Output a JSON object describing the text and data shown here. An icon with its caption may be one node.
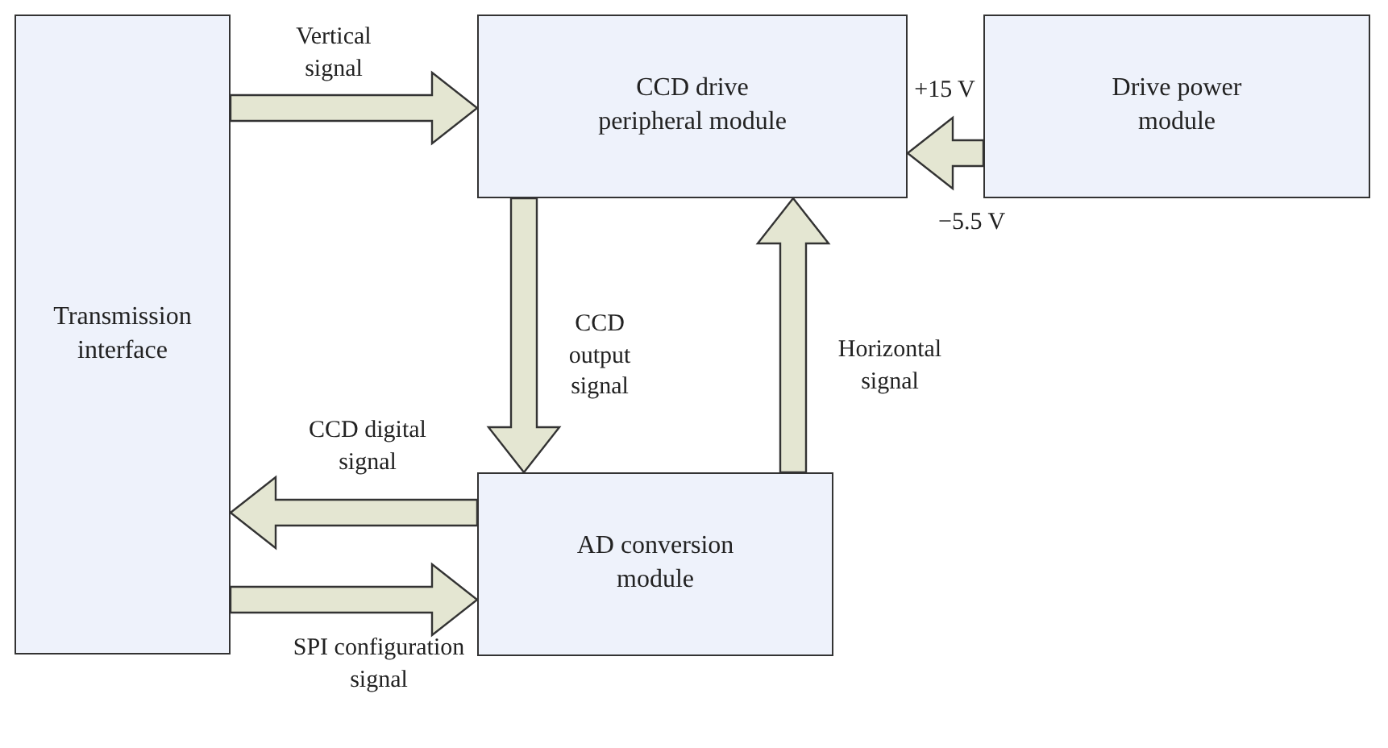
{
  "diagram": {
    "nodes": [
      {
        "text": [
          "Transmission interface"
        ]
      },
      {
        "text": [
          "CCD drive peripheral module"
        ]
      },
      {
        "text": [
          "AD conversion module"
        ]
      },
      {
        "text": [
          "Drive power module"
        ]
      }
    ],
    "edges": [
      {
        "from": 0,
        "to": 1,
        "arrow": "to",
        "label": "Vertical signal"
      },
      {
        "from": 3,
        "to": 1,
        "arrow": "to",
        "label": "+15 V"
      },
      {
        "from": 1,
        "to": 2,
        "arrow": "to",
        "label": "CCD output signal"
      },
      {
        "from": 2,
        "to": 1,
        "arrow": "to",
        "label": "Horizontal signal"
      },
      {
        "from": 2,
        "to": 0,
        "arrow": "to",
        "label": "CCD digital signal"
      },
      {
        "from": 0,
        "to": 2,
        "arrow": "to",
        "label": "SPI configuration signal"
      }
    ],
    "labels": [
      "−5.5 V"
    ]
  }
}
